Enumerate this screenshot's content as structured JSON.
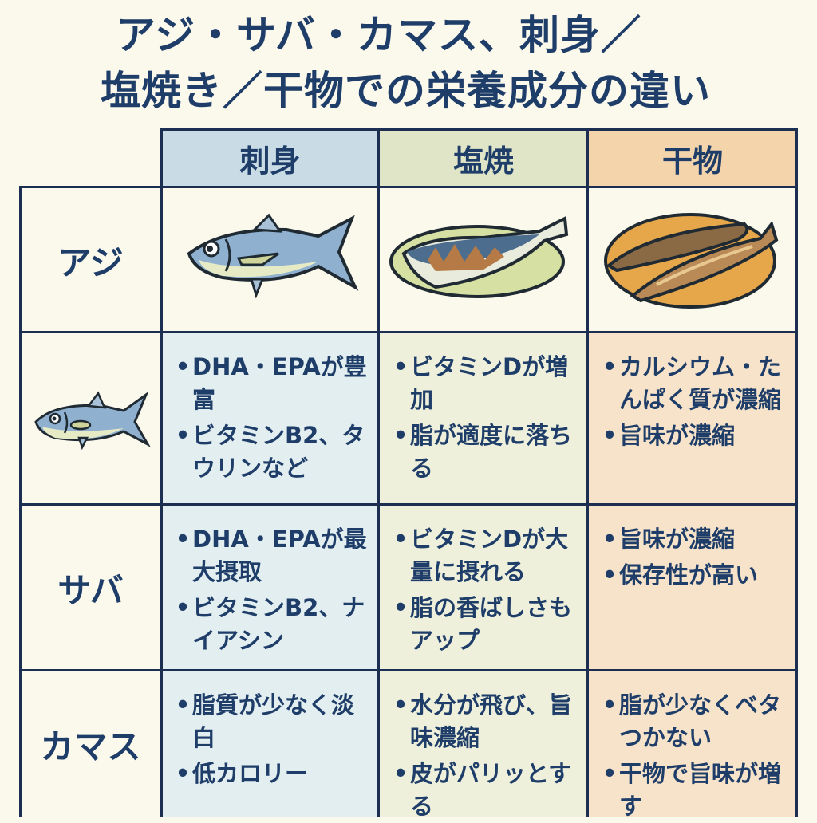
{
  "title": {
    "line1": "アジ・サバ・カマス、刺身／",
    "line2": "塩焼き／干物での栄養成分の違い"
  },
  "columns": [
    {
      "label": "刺身",
      "color": "#c9dce6"
    },
    {
      "label": "塩焼",
      "color": "#e0e5c7"
    },
    {
      "label": "干物",
      "color": "#f4d4ab"
    }
  ],
  "rows": [
    {
      "label": "アジ",
      "images": [
        "raw-fish-illustration",
        "grilled-fish-on-plate-illustration",
        "dried-fish-on-plate-illustration"
      ]
    },
    {
      "label": "",
      "icon": "fish-illustration",
      "cells": [
        [
          "DHA・EPAが豊富",
          "ビタミンB2、タウリンなど"
        ],
        [
          "ビタミンDが増加",
          "脂が適度に落ちる"
        ],
        [
          "カルシウム・たんぱく質が濃縮",
          "旨味が濃縮"
        ]
      ]
    },
    {
      "label": "サバ",
      "cells": [
        [
          "DHA・EPAが最大摂取",
          "ビタミンB2、ナイアシン"
        ],
        [
          "ビタミンDが大量に摂れる",
          "脂の香ばしさもアップ"
        ],
        [
          "旨味が濃縮",
          "保存性が高い"
        ]
      ]
    },
    {
      "label": "カマス",
      "cells": [
        [
          "脂質が少なく淡白",
          "低カロリー"
        ],
        [
          "水分が飛び、旨味濃縮",
          "皮がパリッとする"
        ],
        [
          "脂が少なくベタつかない",
          "干物で旨味が増す"
        ]
      ]
    }
  ],
  "bullet": "•",
  "colors": {
    "text": "#1e3d68",
    "grid": "#1c2f52",
    "background": "#fbf8ec"
  }
}
